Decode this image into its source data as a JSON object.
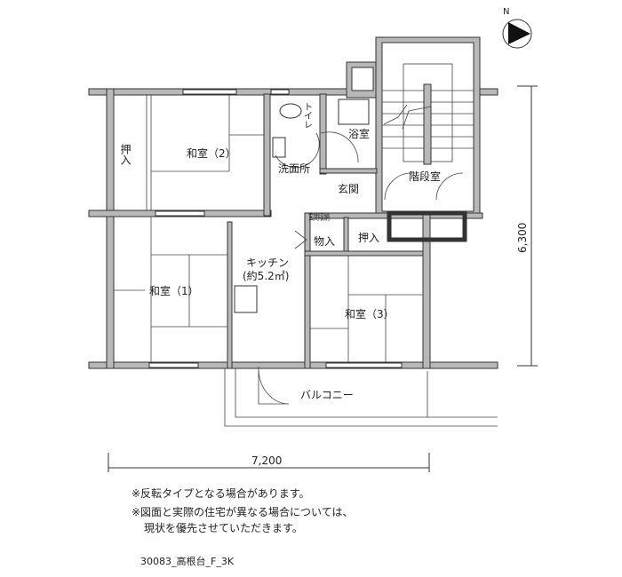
{
  "rooms": {
    "closet_left": "押入",
    "washitsu2": "和室（2）",
    "toilet": "トイレ",
    "bath": "浴室",
    "washroom": "洗面所",
    "entrance": "玄関",
    "stairwell": "階段室",
    "entrance_storage": "玄関収納",
    "storage": "物入",
    "closet_right": "押入",
    "kitchen": "キッチン",
    "kitchen_area": "(約5.2㎡)",
    "washitsu1": "和室（1）",
    "washitsu3": "和室（3）",
    "balcony": "バルコニー"
  },
  "dimensions": {
    "width": "7,200",
    "depth": "6,300"
  },
  "compass": "N",
  "notes": [
    "※反転タイプとなる場合があります。",
    "※図面と実際の住宅が異なる場合については、",
    "現状を優先させていただきます。"
  ],
  "plan_id": "30083_高根台_F_3K"
}
